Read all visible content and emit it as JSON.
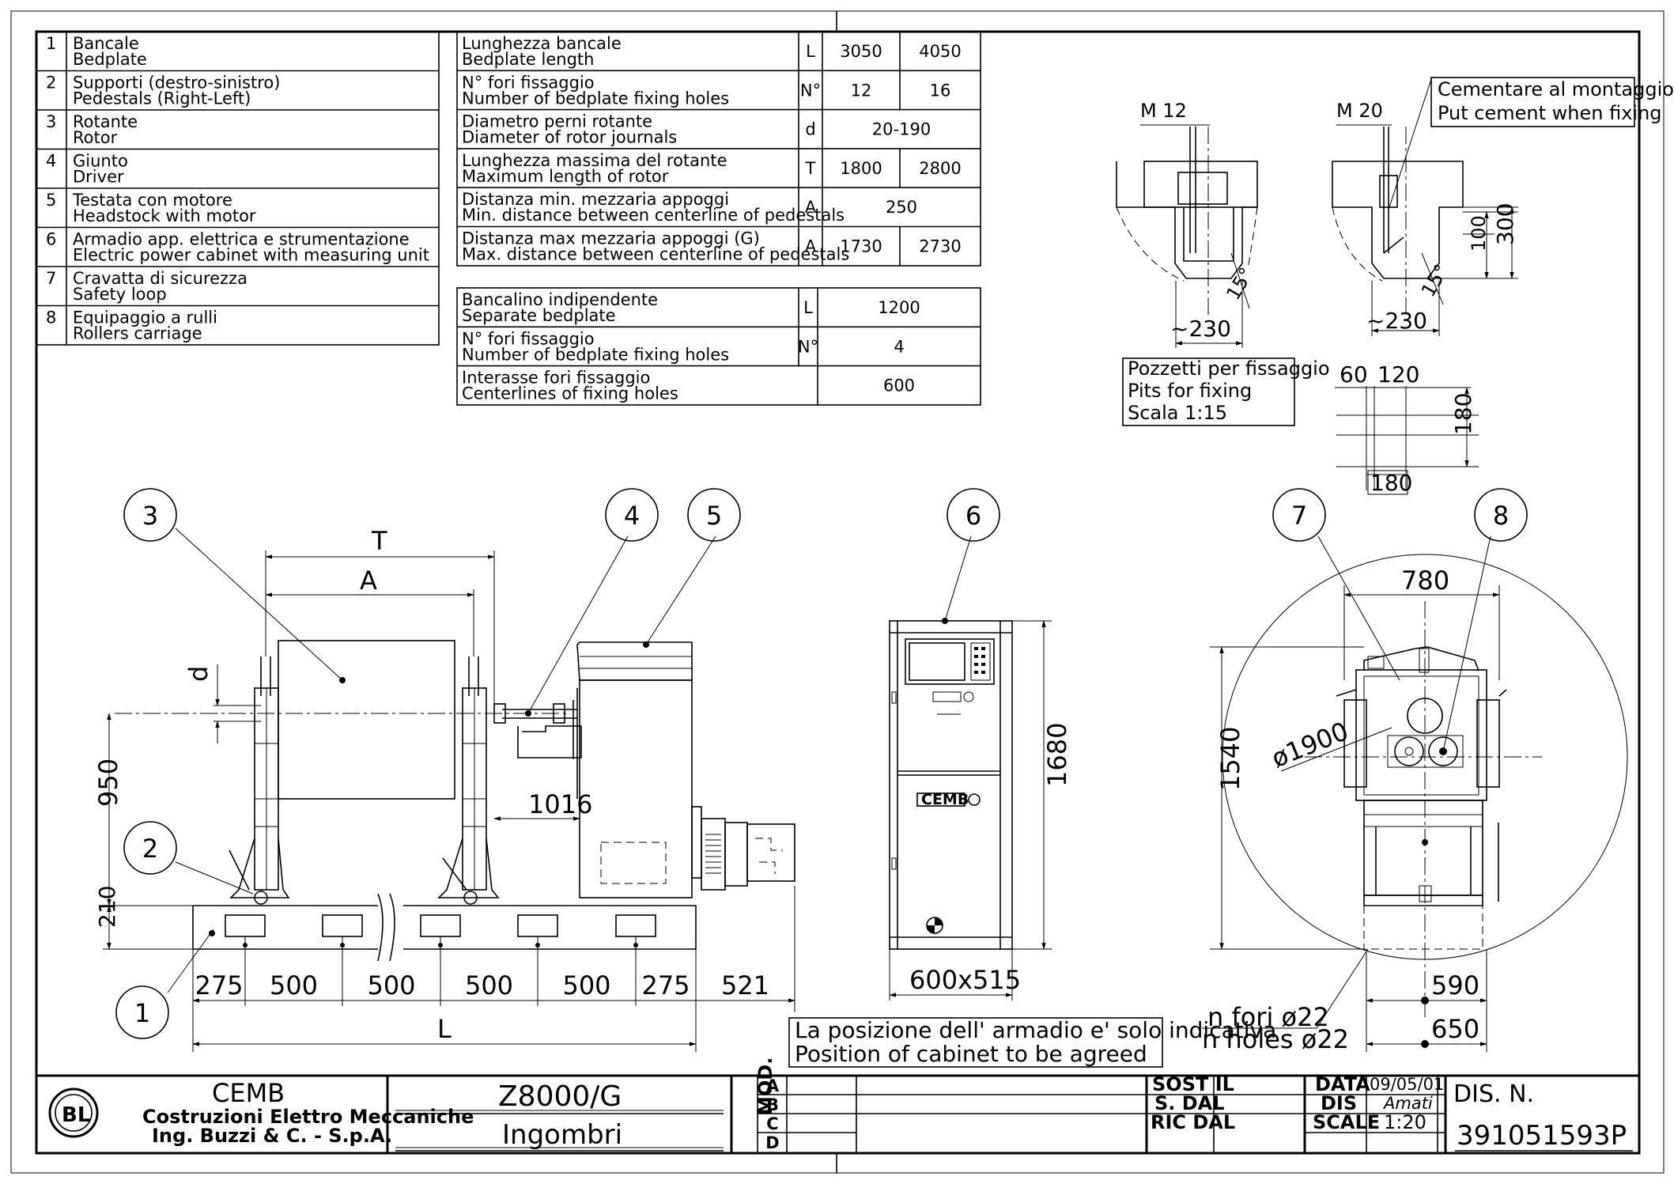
{
  "legend": [
    {
      "num": "1",
      "it": "Bancale",
      "en": "Bedplate"
    },
    {
      "num": "2",
      "it": "Supporti (destro-sinistro)",
      "en": "Pedestals (Right-Left)"
    },
    {
      "num": "3",
      "it": "Rotante",
      "en": "Rotor"
    },
    {
      "num": "4",
      "it": "Giunto",
      "en": "Driver"
    },
    {
      "num": "5",
      "it": "Testata con motore",
      "en": "Headstock with motor"
    },
    {
      "num": "6",
      "it": "Armadio app. elettrica e strumentazione",
      "en": "Electric power cabinet with measuring unit"
    },
    {
      "num": "7",
      "it": "Cravatta di sicurezza",
      "en": "Safety loop"
    },
    {
      "num": "8",
      "it": "Equipaggio a rulli",
      "en": "Rollers carriage"
    }
  ],
  "spec_table": [
    {
      "it": "Lunghezza bancale",
      "en": "Bedplate length",
      "sym": "L",
      "v1": "3050",
      "v2": "4050"
    },
    {
      "it": "N° fori fissaggio",
      "en": "Number of bedplate fixing holes",
      "sym": "N°",
      "v1": "12",
      "v2": "16"
    },
    {
      "it": "Diametro perni rotante",
      "en": "Diameter of rotor journals",
      "sym": "d",
      "v1": "20-190",
      "v2": ""
    },
    {
      "it": "Lunghezza massima del rotante",
      "en": "Maximum length of rotor",
      "sym": "T",
      "v1": "1800",
      "v2": "2800"
    },
    {
      "it": "Distanza min. mezzaria appoggi",
      "en": "Min. distance between centerline of pedestals",
      "sym": "A",
      "v1": "250",
      "v2": ""
    },
    {
      "it": "Distanza max mezzaria appoggi (G)",
      "en": "Max. distance between centerline of pedestals",
      "sym": "A",
      "v1": "1730",
      "v2": "2730"
    }
  ],
  "separate_table": [
    {
      "it": "Bancalino indipendente",
      "en": "Separate bedplate",
      "sym": "L",
      "v": "1200"
    },
    {
      "it": "N° fori fissaggio",
      "en": "Number of bedplate fixing holes",
      "sym": "N°",
      "v": "4"
    },
    {
      "it": "Interasse fori fissaggio",
      "en": "Centerlines of fixing holes",
      "sym": "",
      "v": "600"
    }
  ],
  "detail": {
    "m12": "M 12",
    "m20": "M 20",
    "cement_it": "Cementare al montaggio",
    "cement_en": "Put cement when fixing",
    "angle": "15°",
    "approx": "~230",
    "d100": "100",
    "d300": "300",
    "pits_it": "Pozzetti per fissaggio",
    "pits_en": "Pits for fixing",
    "pits_scale": "Scala 1:15",
    "g60": "60",
    "g120": "120",
    "g180v": "180",
    "g180h": "180"
  },
  "balloons": [
    "1",
    "2",
    "3",
    "4",
    "5",
    "6",
    "7",
    "8"
  ],
  "dims": {
    "T": "T",
    "A": "A",
    "d": "d",
    "h950": "950",
    "h210": "210",
    "d1016": "1016",
    "bed": [
      "275",
      "500",
      "500",
      "500",
      "500",
      "275",
      "521"
    ],
    "L": "L",
    "h1680": "1680",
    "cab": "600x515",
    "w780": "780",
    "dia": "ø1900",
    "h1540": "1540",
    "w590": "590",
    "w650": "650",
    "holes_it": "n fori ø22",
    "holes_en": "n holes ø22"
  },
  "cabinet_logo": "CEMB",
  "note_it": "La posizione dell' armadio e' solo indicativa",
  "note_en": "Position of cabinet to be agreed",
  "title_block": {
    "company": "CEMB",
    "company_l2": "Costruzioni Elettro Meccaniche",
    "company_l3": "Ing. Buzzi & C. - S.p.A.",
    "model": "Z8000/G",
    "desc": "Ingombri",
    "mod": "MOD.",
    "rev": [
      "A",
      "B",
      "C",
      "D"
    ],
    "sost": "SOST IL",
    "sdal": "S. DAL",
    "ricdal": "RIC DAL",
    "data_l": "DATA",
    "dis_l": "DIS",
    "scale_l": "SCALE",
    "date": "09/05/01",
    "drawer": "Amati",
    "scale": "1:20",
    "disn_l": "DIS. N.",
    "disn": "391051593P"
  }
}
